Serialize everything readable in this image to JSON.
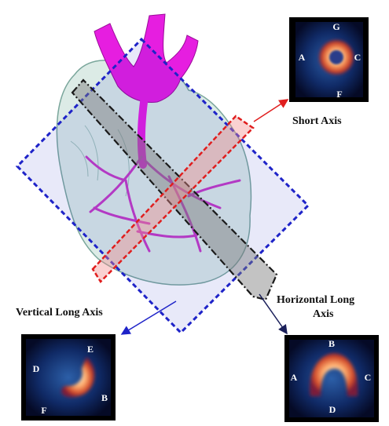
{
  "labels": {
    "short_axis": "Short Axis",
    "vertical_long_axis": "Vertical Long Axis",
    "horizontal_long_axis_line1": "Horizontal Long",
    "horizontal_long_axis_line2": "Axis"
  },
  "short_axis_scan": {
    "top": "G",
    "left": "A",
    "right": "C",
    "bottom": "F"
  },
  "vertical_long_axis_scan": {
    "top_right": "E",
    "left": "D",
    "right": "B",
    "bottom": "F"
  },
  "horizontal_long_axis_scan": {
    "top": "B",
    "left": "A",
    "right": "C",
    "bottom": "D"
  },
  "colors": {
    "heart_fill": "#dcebe6",
    "aorta": "#e61ee0",
    "vessels": "#c43bc4",
    "vertical_plane": "#1e23c8",
    "short_axis_plane": "#e01e1e",
    "horizontal_plane": "#1a1a1a"
  }
}
